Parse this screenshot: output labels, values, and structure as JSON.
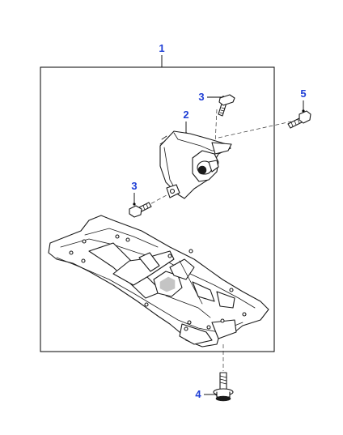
{
  "callouts": [
    {
      "id": "assembly",
      "label": "1"
    },
    {
      "id": "mount",
      "label": "2"
    },
    {
      "id": "bolt_upper",
      "label": "3"
    },
    {
      "id": "bolt_lower",
      "label": "3"
    },
    {
      "id": "bolt_bottom",
      "label": "4"
    },
    {
      "id": "bolt_right",
      "label": "5"
    }
  ],
  "colors": {
    "callout_text": "#1f3fd6",
    "linework": "#1a1a1a",
    "background": "#ffffff"
  }
}
